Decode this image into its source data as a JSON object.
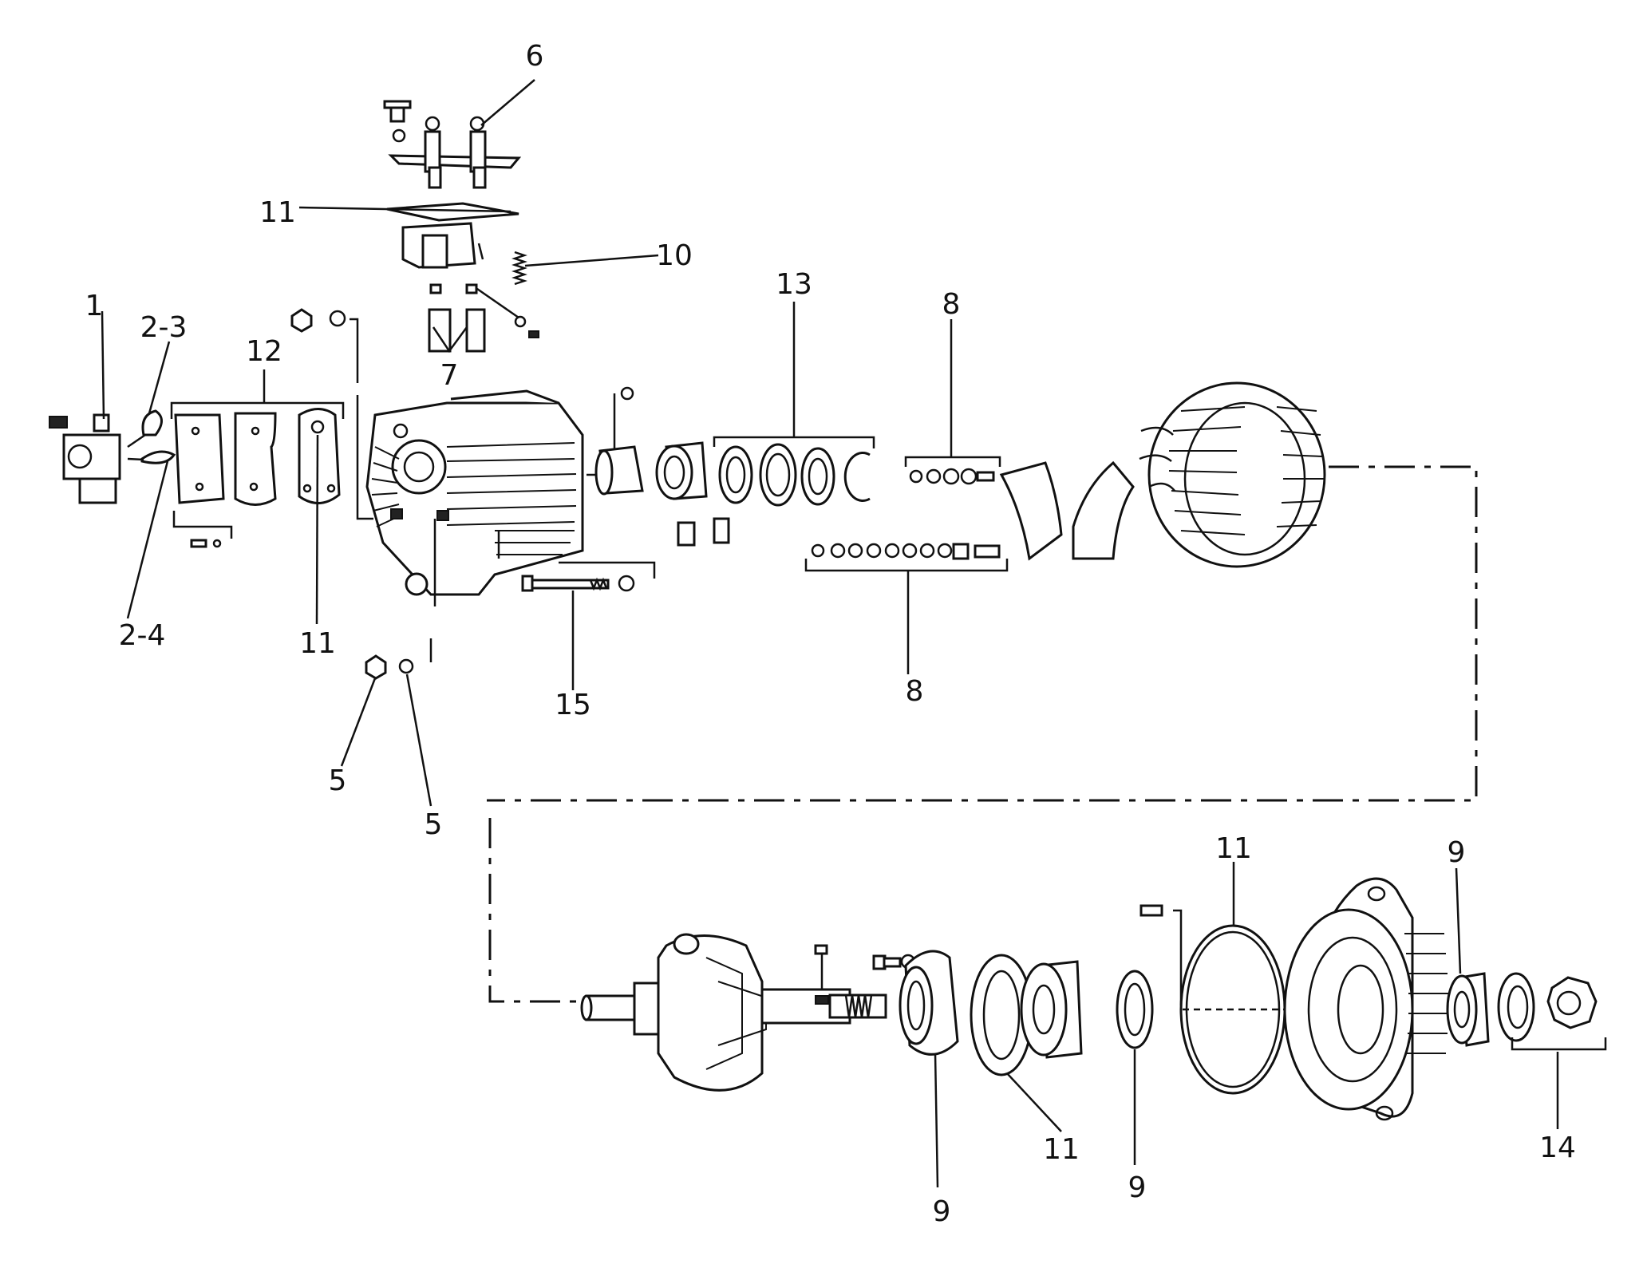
{
  "callouts": [
    {
      "id": "c1",
      "text": "1"
    },
    {
      "id": "c2_3",
      "text": "2-3"
    },
    {
      "id": "c2_4",
      "text": "2-4"
    },
    {
      "id": "c12",
      "text": "12"
    },
    {
      "id": "c11_plates",
      "text": "11"
    },
    {
      "id": "c6",
      "text": "6"
    },
    {
      "id": "c11_gasket",
      "text": "11"
    },
    {
      "id": "c10",
      "text": "10"
    },
    {
      "id": "c7",
      "text": "7"
    },
    {
      "id": "c5_nut",
      "text": "5"
    },
    {
      "id": "c5_washer",
      "text": "5"
    },
    {
      "id": "c15",
      "text": "15"
    },
    {
      "id": "c13",
      "text": "13"
    },
    {
      "id": "c8_top",
      "text": "8"
    },
    {
      "id": "c8_bottom",
      "text": "8"
    },
    {
      "id": "c11_ring",
      "text": "11"
    },
    {
      "id": "c9_seal",
      "text": "9"
    },
    {
      "id": "c9_housing",
      "text": "9"
    },
    {
      "id": "c11_retainer",
      "text": "11"
    },
    {
      "id": "c9_bearing",
      "text": "9"
    },
    {
      "id": "c14",
      "text": "14"
    }
  ]
}
